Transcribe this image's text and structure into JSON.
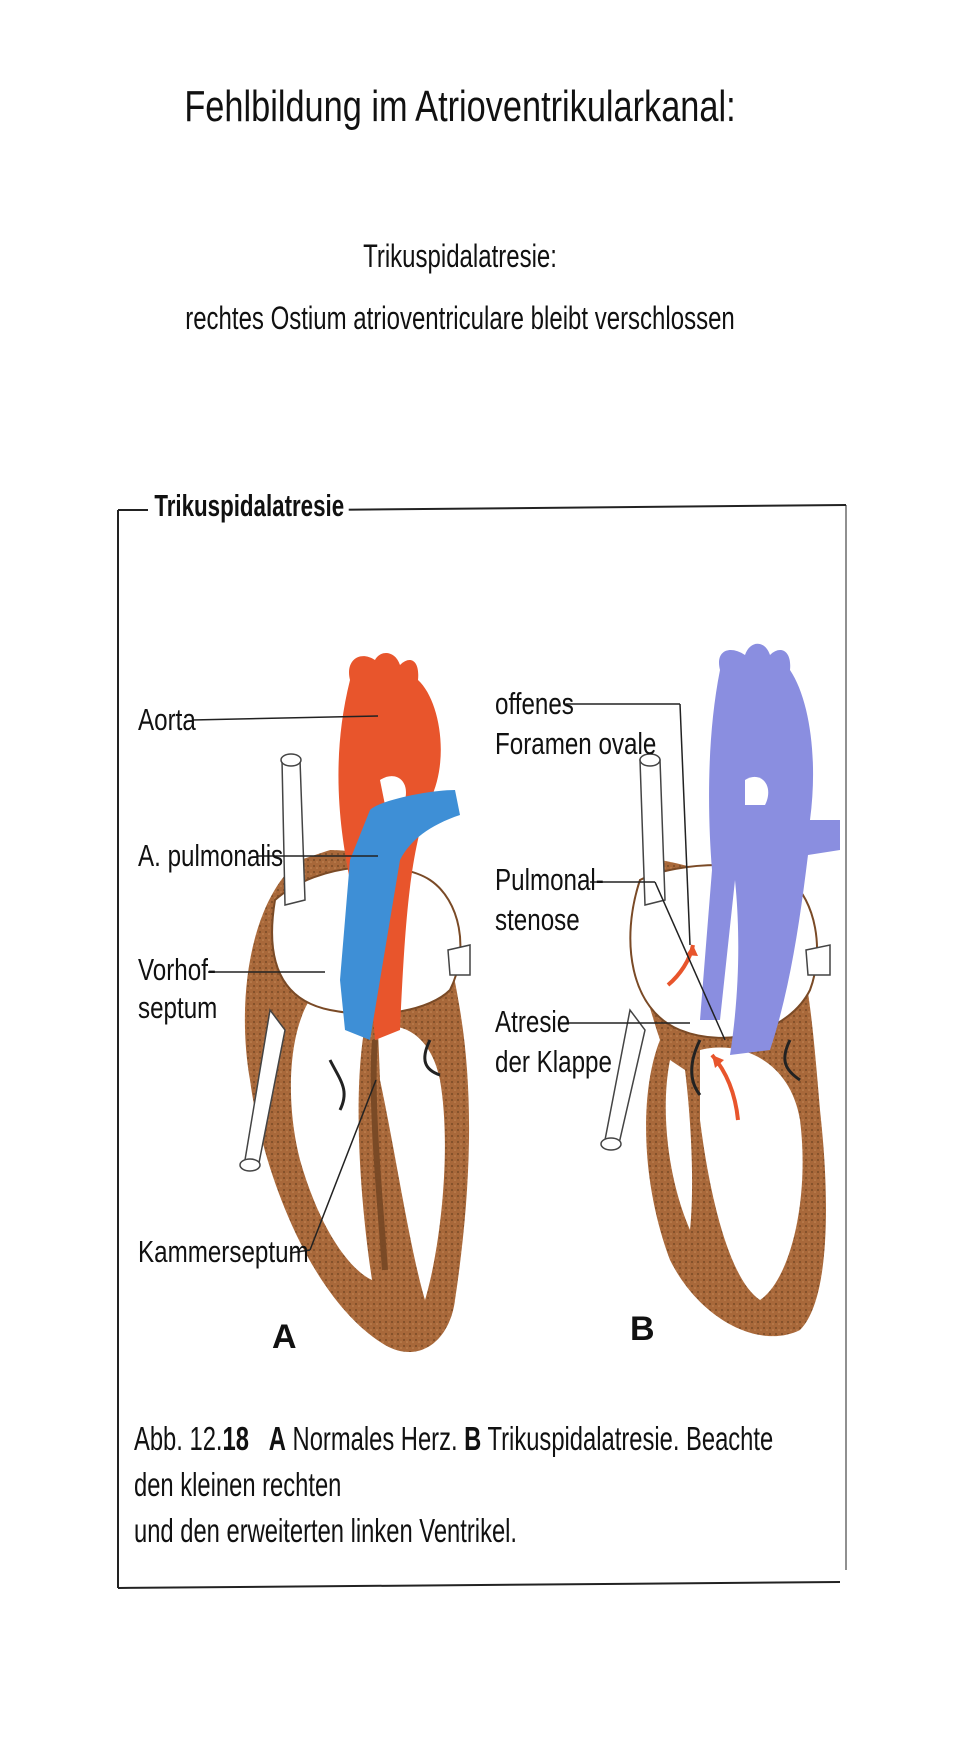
{
  "title": "Fehlbildung im Atrioventrikularkanal:",
  "subtitle_line1": "Trikuspidalatresie:",
  "subtitle_line2": "rechtes Ostium atrioventriculare bleibt verschlossen",
  "figure": {
    "box_title": "Trikuspidalatresie",
    "labels_a": {
      "aorta": "Aorta",
      "pulmonalis": "A. pulmonalis",
      "vorhof_1": "Vorhof-",
      "vorhof_2": "septum",
      "kammer": "Kammerseptum"
    },
    "labels_b": {
      "foramen_1": "offenes",
      "foramen_2": "Foramen ovale",
      "stenose_1": "Pulmonal-",
      "stenose_2": "stenose",
      "atresie_1": "Atresie",
      "atresie_2": "der Klappe"
    },
    "panel_a": "A",
    "panel_b": "B",
    "caption": {
      "abb": "Abb. 12.",
      "abb_num": "18",
      "a": "A",
      "a_text": " Normales Herz. ",
      "b": "B",
      "b_text": " Trikuspidalatresie. Beachte den kleinen rechten",
      "line2": "und den erweiterten linken Ventrikel."
    },
    "colors": {
      "aorta": "#e8552c",
      "pulmonary": "#3e8fd6",
      "pulmonary_b": "#8a8ee0",
      "myocardium": "#a8683a",
      "arrow": "#e8552c"
    }
  }
}
